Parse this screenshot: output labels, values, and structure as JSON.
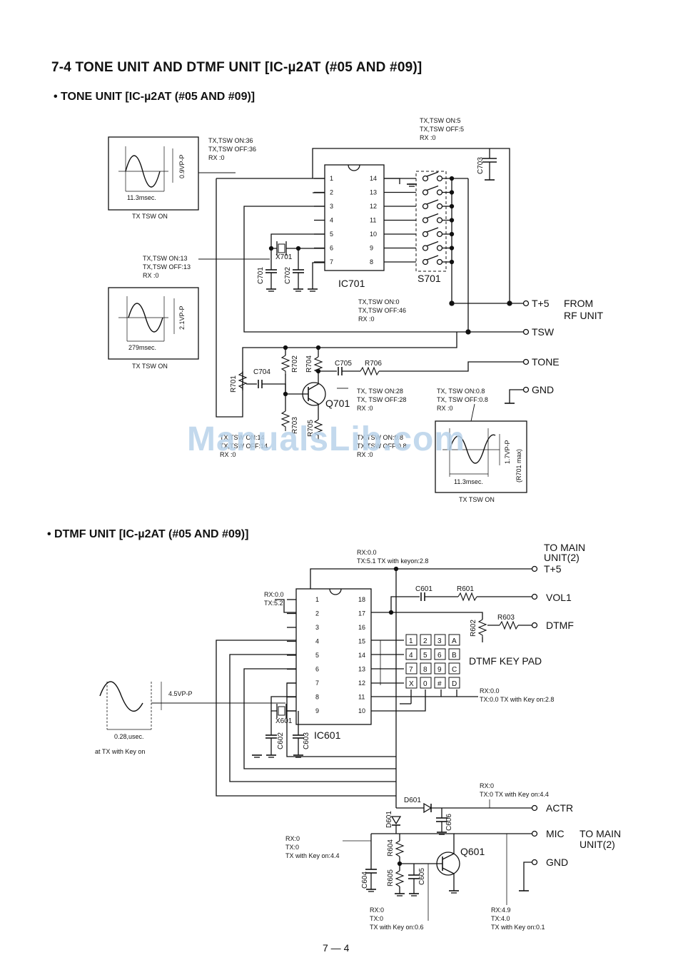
{
  "section_title": "7-4 TONE UNIT AND DTMF UNIT [IC-µ2AT (#05 AND #09)]",
  "tone": {
    "heading": "• TONE UNIT [IC-µ2AT (#05 AND #09)]",
    "ic": "IC701",
    "switch": "S701",
    "crystal": "X701",
    "transistor": "Q701",
    "c701": "C701",
    "c702": "C702",
    "c703": "C703",
    "c704": "C704",
    "c705": "C705",
    "r701": "R701",
    "r702": "R702",
    "r703": "R703",
    "r704": "R704",
    "r705": "R705",
    "r706": "R706",
    "pins_left": [
      "1",
      "2",
      "3",
      "4",
      "5",
      "6",
      "7"
    ],
    "pins_right": [
      "14",
      "13",
      "12",
      "11",
      "10",
      "9",
      "8"
    ],
    "term_t5": "T+5",
    "from_rf_1": "FROM",
    "from_rf_2": "RF UNIT",
    "term_tsw": "TSW",
    "term_tone": "TONE",
    "term_gnd": "GND",
    "v_top_right": [
      "TX,TSW ON:5",
      "TX,TSW OFF:5",
      "RX :0"
    ],
    "v_top_left": [
      "TX,TSW ON:36",
      "TX,TSW OFF:36",
      "RX :0"
    ],
    "v_mid_left": [
      "TX,TSW ON:13",
      "TX,TSW OFF:13",
      "RX :0"
    ],
    "v_mid": [
      "TX,TSW ON:0",
      "TX,TSW OFF:46",
      "RX :0"
    ],
    "v_q701_c": [
      "TX, TSW ON:28",
      "TX, TSW OFF:28",
      "RX :0"
    ],
    "v_tone": [
      "TX, TSW ON:0.8",
      "TX, TSW OFF:0.8",
      "RX :0"
    ],
    "v_q701_b": [
      "TX,TSW ON:14",
      "TX,TSW OFF:14",
      "RX :0"
    ],
    "v_q701_e": [
      "TX,TSW ON:0.8",
      "TX,TSW OFF:0.8",
      "RX :0"
    ],
    "wave1": {
      "amp": "0.9VP-P",
      "period": "11.3msec.",
      "caption": "TX TSW ON"
    },
    "wave2": {
      "amp": "2.1VP-P",
      "period": "279msec.",
      "caption": "TX TSW ON"
    },
    "wave3": {
      "amp": "1.7VP-P",
      "note": "(R701 max)",
      "period": "11.3msec.",
      "caption": "TX TSW ON"
    }
  },
  "dtmf": {
    "heading": "• DTMF UNIT [IC-µ2AT (#05 AND #09)]",
    "ic": "IC601",
    "crystal": "X601",
    "transistor": "Q601",
    "c601": "C601",
    "c602": "C602",
    "c603": "C603",
    "c604": "C604",
    "c605": "C605",
    "c606": "C606",
    "r601": "R601",
    "r602": "R602",
    "r603": "R603",
    "r604": "R604",
    "r605": "R605",
    "d601": "D601",
    "d601b": "D601",
    "pins_left": [
      "1",
      "2",
      "3",
      "4",
      "5",
      "6",
      "7",
      "8",
      "9"
    ],
    "pins_right": [
      "18",
      "17",
      "16",
      "15",
      "14",
      "13",
      "12",
      "11",
      "10"
    ],
    "keypad_keys": [
      [
        "1",
        "2",
        "3",
        "A"
      ],
      [
        "4",
        "5",
        "6",
        "B"
      ],
      [
        "7",
        "8",
        "9",
        "C"
      ],
      [
        "X",
        "0",
        "#",
        "D"
      ]
    ],
    "keypad_label": "DTMF KEY PAD",
    "to_main_1": "TO MAIN",
    "to_main_2": "UNIT(2)",
    "term_t5": "T+5",
    "term_vol": "VOL1",
    "term_dtmf": "DTMF",
    "term_actr": "ACTR",
    "term_mic": "MIC",
    "term_gnd": "GND",
    "to_main_b1": "TO MAIN",
    "to_main_b2": "UNIT(2)",
    "v_t5": [
      "RX:0.0",
      "TX:5.1 TX with keyon:2.8"
    ],
    "v_pin1": [
      "RX:0.0",
      "TX:5.2"
    ],
    "v_keys": [
      "RX:0.0",
      "TX:0.0 TX with Key on:2.8"
    ],
    "v_actr": [
      "RX:0",
      "TX:0 TX with Key on:4.4"
    ],
    "v_left": [
      "RX:0",
      "TX:0",
      "TX with Key on:4.4"
    ],
    "v_q601_b": [
      "RX:0",
      "TX:0",
      "TX with Key on:0.6"
    ],
    "v_q601_c": [
      "RX:4.9",
      "TX:4.0",
      "TX with Key on:0.1"
    ],
    "wave": {
      "amp": "4.5VP-P",
      "period": "0.28,usec.",
      "caption": "at TX with Key on"
    }
  },
  "watermark": "ManualsLib.com",
  "page_number": "7 — 4"
}
